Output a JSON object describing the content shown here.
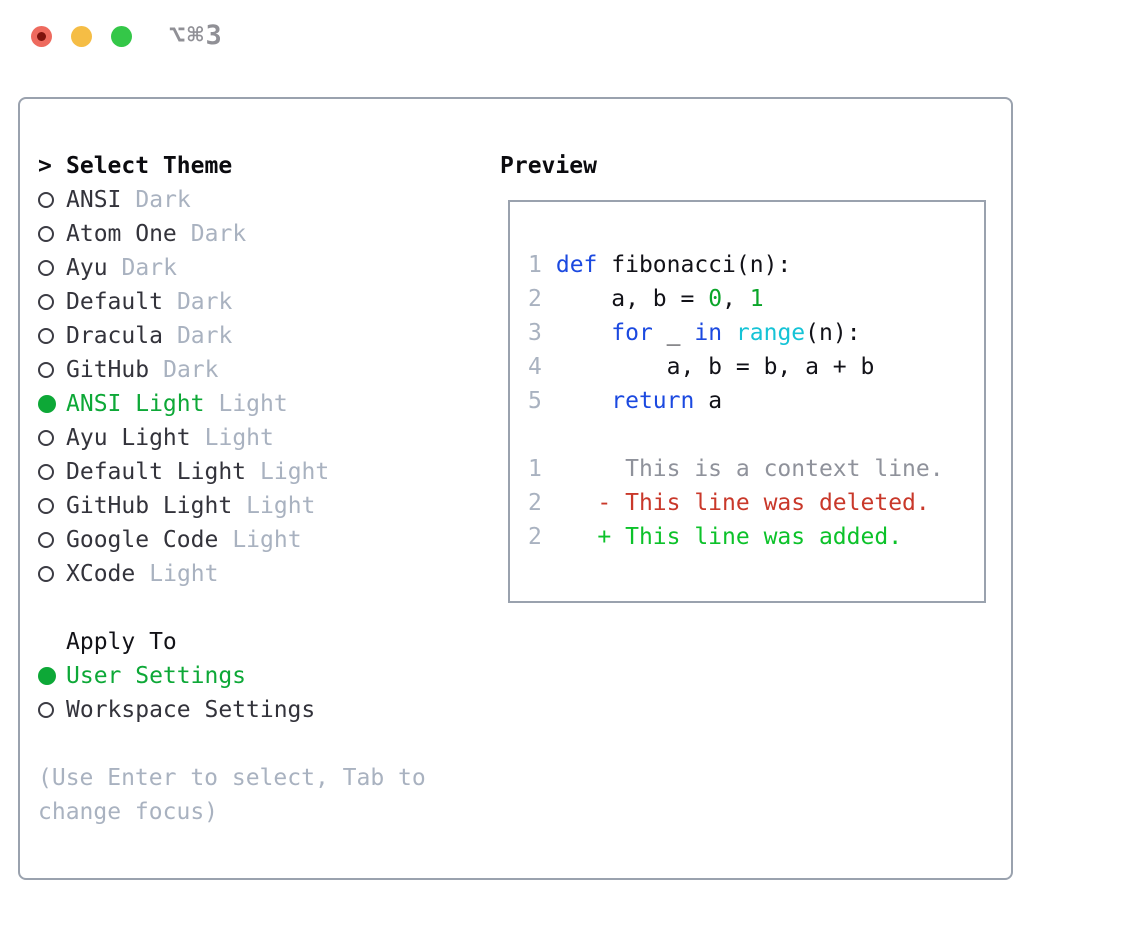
{
  "window": {
    "shortcut_label": "⌥⌘3"
  },
  "colors": {
    "accent_green": "#0da837",
    "border_gray": "#9aa2ae",
    "muted_gray": "#a9b2c0",
    "syntax_keyword_blue": "#1b49e0",
    "syntax_builtin_cyan": "#15c3d6",
    "syntax_number_green": "#0aa529",
    "diff_deleted_red": "#c9382a",
    "diff_added_green": "#0cc22a",
    "traffic_red": "#ee6a5e",
    "traffic_yellow": "#f5bd45",
    "traffic_green": "#34c748"
  },
  "theme_panel": {
    "prompt": ">",
    "title": "Select Theme",
    "themes": [
      {
        "name": "ANSI",
        "variant": "Dark",
        "selected": false
      },
      {
        "name": "Atom One",
        "variant": "Dark",
        "selected": false
      },
      {
        "name": "Ayu",
        "variant": "Dark",
        "selected": false
      },
      {
        "name": "Default",
        "variant": "Dark",
        "selected": false
      },
      {
        "name": "Dracula",
        "variant": "Dark",
        "selected": false
      },
      {
        "name": "GitHub",
        "variant": "Dark",
        "selected": false
      },
      {
        "name": "ANSI Light",
        "variant": "Light",
        "selected": true
      },
      {
        "name": "Ayu Light",
        "variant": "Light",
        "selected": false
      },
      {
        "name": "Default Light",
        "variant": "Light",
        "selected": false
      },
      {
        "name": "GitHub Light",
        "variant": "Light",
        "selected": false
      },
      {
        "name": "Google Code",
        "variant": "Light",
        "selected": false
      },
      {
        "name": "XCode",
        "variant": "Light",
        "selected": false
      }
    ],
    "apply_to": {
      "title": "Apply To",
      "options": [
        {
          "label": "User Settings",
          "selected": true
        },
        {
          "label": "Workspace Settings",
          "selected": false
        }
      ]
    },
    "help_line1": "(Use Enter to select, Tab to",
    "help_line2": "change focus)"
  },
  "preview": {
    "title": "Preview",
    "code_lines": [
      {
        "num": "1",
        "segments": [
          {
            "text": "def",
            "type": "keyword"
          },
          {
            "text": " fibonacci(n):",
            "type": "plain"
          }
        ]
      },
      {
        "num": "2",
        "segments": [
          {
            "text": "    a, b = ",
            "type": "plain"
          },
          {
            "text": "0",
            "type": "number"
          },
          {
            "text": ", ",
            "type": "plain"
          },
          {
            "text": "1",
            "type": "number"
          }
        ]
      },
      {
        "num": "3",
        "segments": [
          {
            "text": "    ",
            "type": "plain"
          },
          {
            "text": "for",
            "type": "keyword"
          },
          {
            "text": " _ ",
            "type": "plain"
          },
          {
            "text": "in",
            "type": "keyword"
          },
          {
            "text": " ",
            "type": "plain"
          },
          {
            "text": "range",
            "type": "builtin"
          },
          {
            "text": "(n):",
            "type": "plain"
          }
        ]
      },
      {
        "num": "4",
        "segments": [
          {
            "text": "        a, b = b, a + b",
            "type": "plain"
          }
        ]
      },
      {
        "num": "5",
        "segments": [
          {
            "text": "    ",
            "type": "plain"
          },
          {
            "text": "return",
            "type": "keyword"
          },
          {
            "text": " a",
            "type": "plain"
          }
        ]
      }
    ],
    "diff_lines": [
      {
        "num": "1",
        "segments": [
          {
            "text": "     This is a context line.",
            "type": "context"
          }
        ]
      },
      {
        "num": "2",
        "segments": [
          {
            "text": "   ",
            "type": "plain"
          },
          {
            "text": "- This line was deleted.",
            "type": "deleted"
          }
        ]
      },
      {
        "num": "2",
        "segments": [
          {
            "text": "   ",
            "type": "plain"
          },
          {
            "text": "+ This line was added.",
            "type": "added"
          }
        ]
      }
    ]
  }
}
